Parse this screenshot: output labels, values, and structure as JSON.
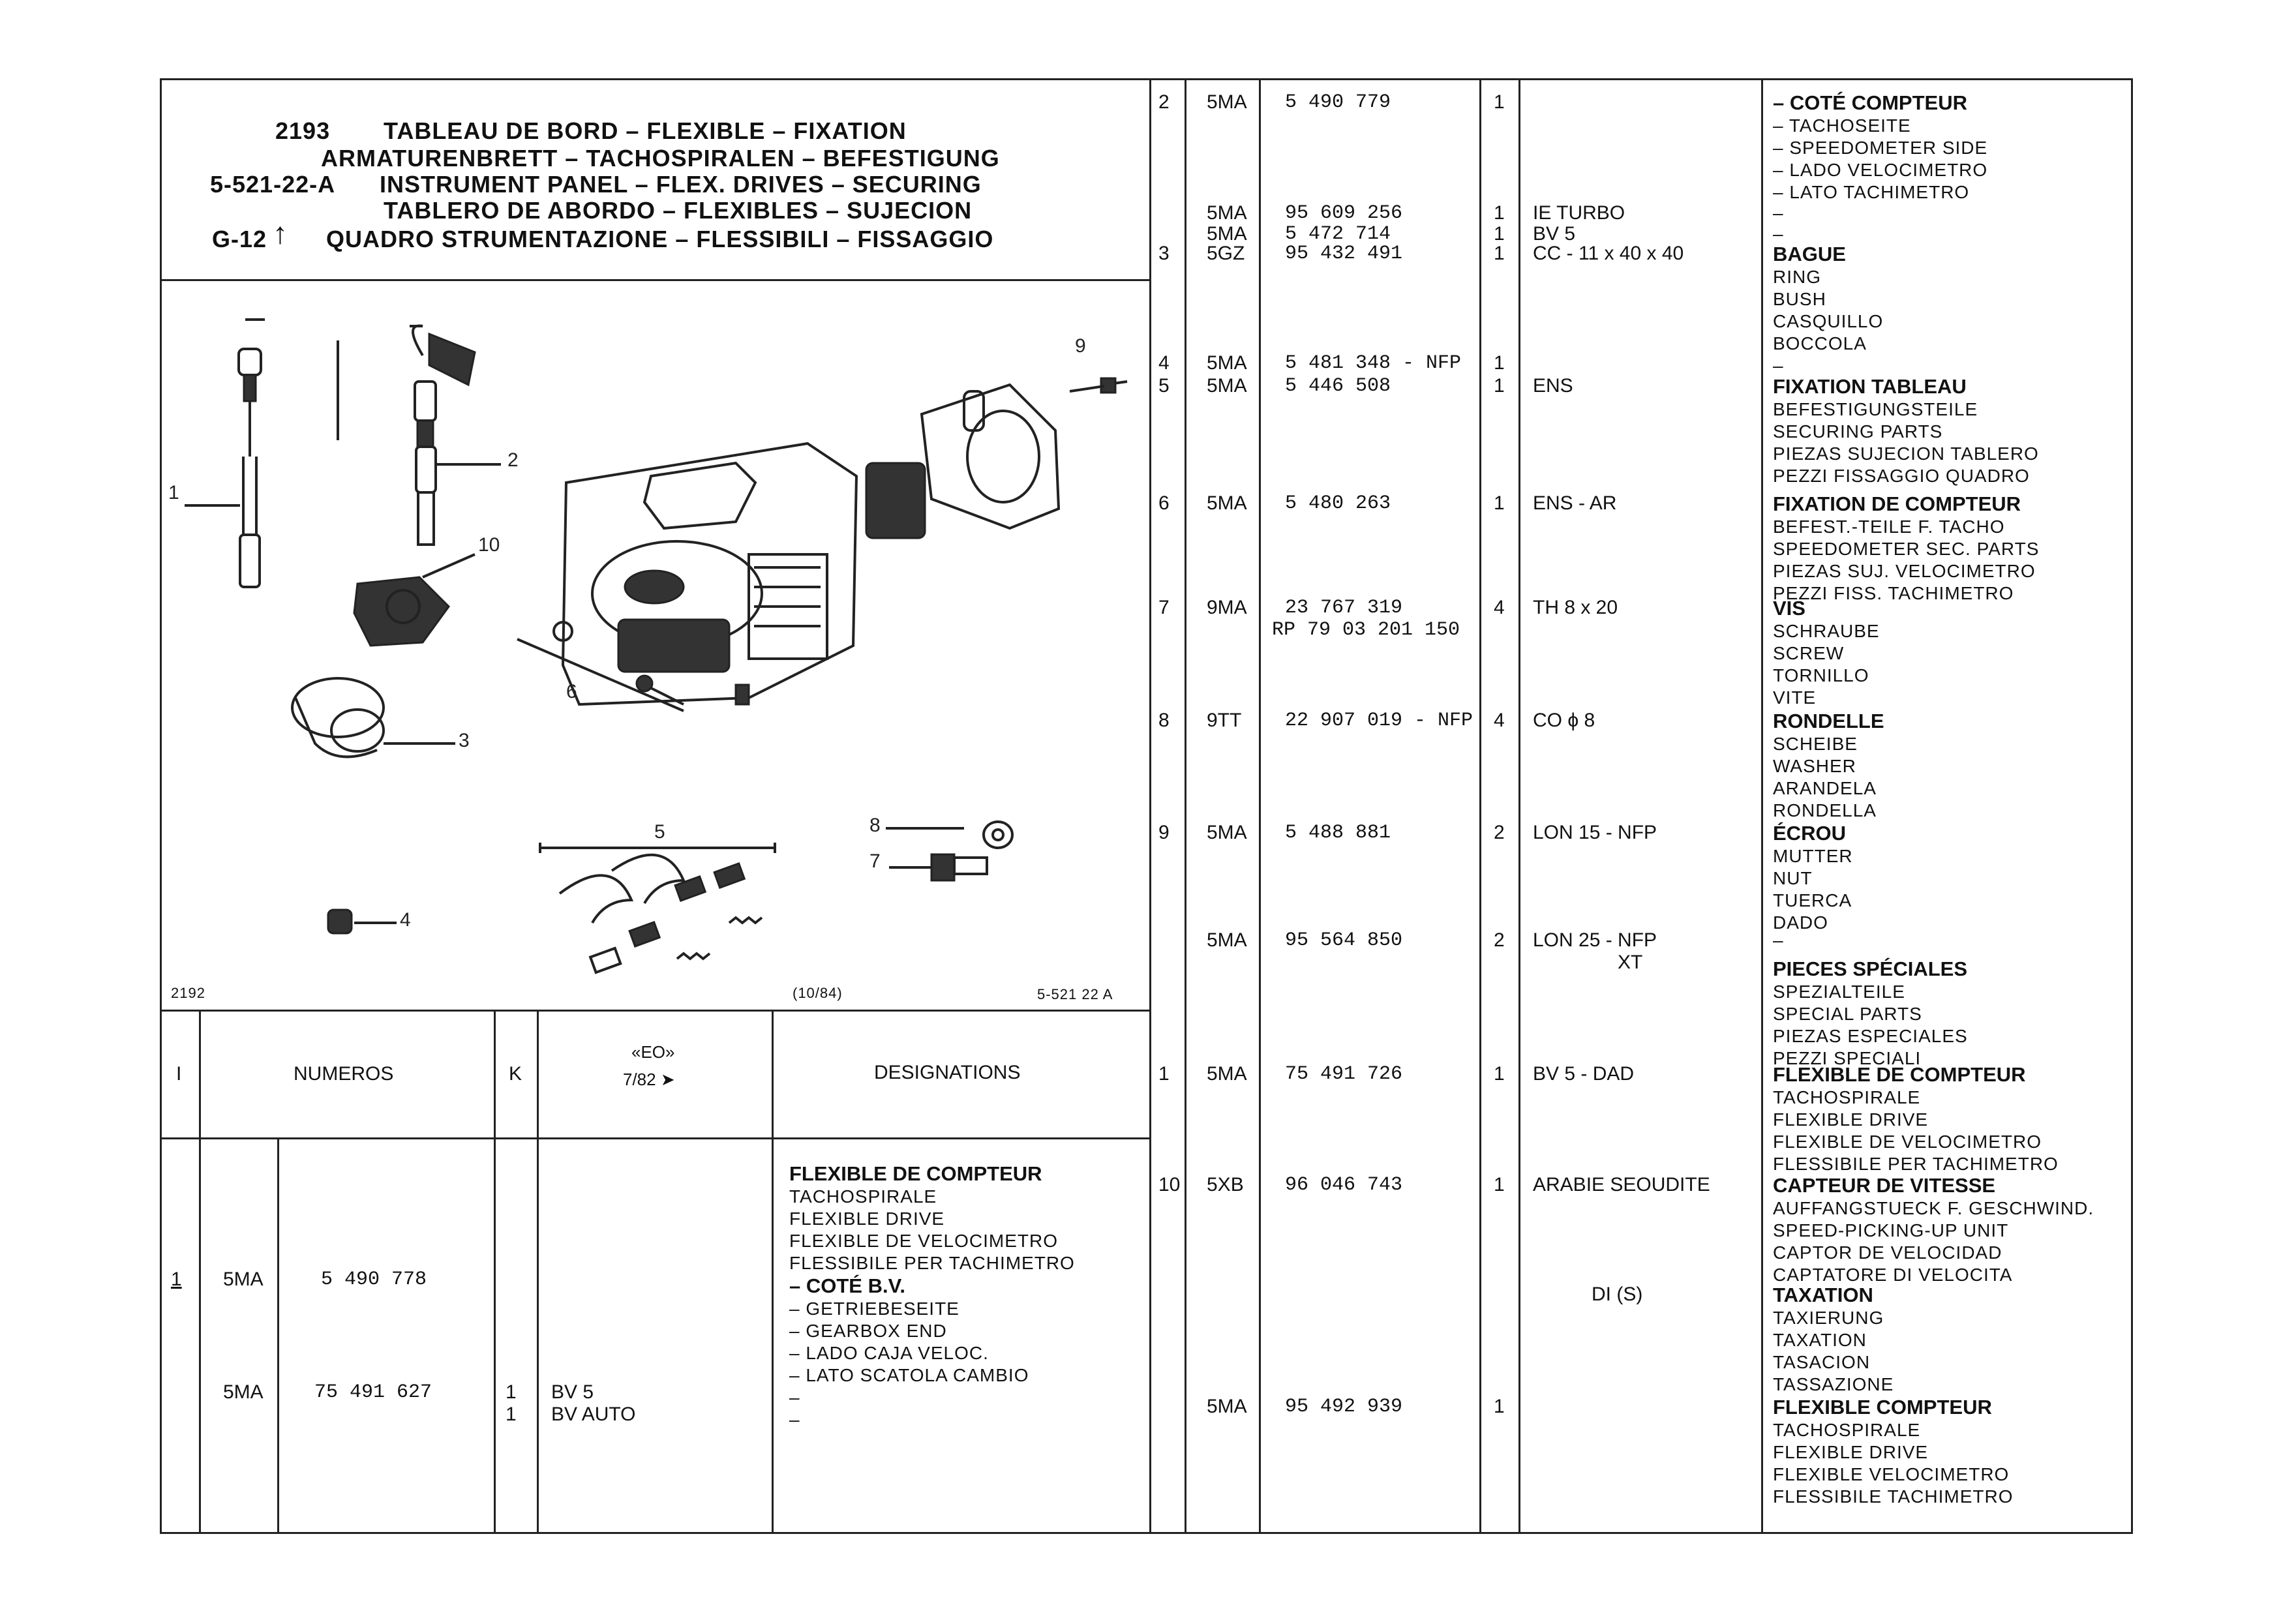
{
  "header": {
    "code": "2193",
    "ref": "5-521-22-A",
    "group": "G-12",
    "titles": [
      "TABLEAU DE BORD – FLEXIBLE – FIXATION",
      "ARMATURENBRETT – TACHOSPIRALEN – BEFESTIGUNG",
      "INSTRUMENT PANEL – FLEX. DRIVES – SECURING",
      "TABLERO DE ABORDO – FLEXIBLES – SUJECION",
      "QUADRO STRUMENTAZIONE – FLESSIBILI – FISSAGGIO"
    ]
  },
  "diagram": {
    "footer_left": "2192",
    "footer_mid": "(10/84)",
    "footer_right": "5-521 22 A",
    "callouts": [
      "1",
      "2",
      "3",
      "4",
      "5",
      "6",
      "7",
      "8",
      "9",
      "10"
    ]
  },
  "table_header": {
    "col_i": "I",
    "col_numeros": "NUMEROS",
    "col_k": "K",
    "col_eo_top": "«EO»",
    "col_eo_bottom": "7/82 ➤",
    "col_designations": "DESIGNATIONS"
  },
  "left_rows": [
    {
      "i": "1",
      "type": "5MA",
      "num": "5 490 778",
      "k": "",
      "eo": "",
      "desig": [
        "FLEXIBLE DE COMPTEUR",
        "TACHOSPIRALE",
        "FLEXIBLE DRIVE",
        "FLEXIBLE DE VELOCIMETRO",
        "FLESSIBILE PER TACHIMETRO",
        "– COTÉ B.V.",
        "– GETRIEBESEITE",
        "– GEARBOX END",
        "– LADO CAJA VELOC.",
        "– LATO SCATOLA CAMBIO",
        "–",
        "–"
      ]
    },
    {
      "i": "",
      "type": "5MA",
      "num": "75 491 627",
      "k": "1",
      "k2": "1",
      "eo": "BV 5",
      "eo2": "BV AUTO"
    }
  ],
  "right_rows": [
    {
      "i": "2",
      "type": "5MA",
      "num": "5 490 779",
      "k": "1",
      "eo": "",
      "desig_bold": "– COTÉ COMPTEUR",
      "desig": [
        "– TACHOSEITE",
        "– SPEEDOMETER SIDE",
        "– LADO VELOCIMETRO",
        "– LATO TACHIMETRO"
      ]
    },
    {
      "i": "",
      "type": "5MA",
      "num": "95 609 256",
      "k": "1",
      "eo": "IE TURBO",
      "desig": [
        "–"
      ]
    },
    {
      "i": "",
      "type": "5MA",
      "num": "5 472 714",
      "k": "1",
      "eo": "BV 5",
      "desig": [
        "–"
      ]
    },
    {
      "i": "3",
      "type": "5GZ",
      "num": "95 432 491",
      "k": "1",
      "eo": "CC - 11 x 40 x 40",
      "desig_bold": "BAGUE",
      "desig": [
        "RING",
        "BUSH",
        "CASQUILLO",
        "BOCCOLA",
        "–"
      ]
    },
    {
      "i": "4",
      "type": "5MA",
      "num": "5 481 348 - NFP",
      "k": "1",
      "eo": ""
    },
    {
      "i": "5",
      "type": "5MA",
      "num": "5 446 508",
      "k": "1",
      "eo": "ENS",
      "desig_bold": "FIXATION TABLEAU",
      "desig": [
        "BEFESTIGUNGSTEILE",
        "SECURING PARTS",
        "PIEZAS SUJECION TABLERO",
        "PEZZI FISSAGGIO QUADRO"
      ]
    },
    {
      "i": "6",
      "type": "5MA",
      "num": "5 480 263",
      "k": "1",
      "eo": "ENS - AR",
      "desig_bold": "FIXATION DE COMPTEUR",
      "desig": [
        "BEFEST.-TEILE F. TACHO",
        "SPEEDOMETER SEC. PARTS",
        "PIEZAS SUJ. VELOCIMETRO",
        "PEZZI FISS. TACHIMETRO"
      ]
    },
    {
      "i": "7",
      "type": "9MA",
      "num": "23 767 319",
      "num2": "RP 79 03 201 150",
      "k": "4",
      "eo": "TH 8 x 20",
      "desig_bold": "VIS",
      "desig": [
        "SCHRAUBE",
        "SCREW",
        "TORNILLO",
        "VITE"
      ]
    },
    {
      "i": "8",
      "type": "9TT",
      "num": "22 907 019 - NFP",
      "k": "4",
      "eo": "CO ϕ 8",
      "desig_bold": "RONDELLE",
      "desig": [
        "SCHEIBE",
        "WASHER",
        "ARANDELA",
        "RONDELLA"
      ]
    },
    {
      "i": "9",
      "type": "5MA",
      "num": "5 488 881",
      "k": "2",
      "eo": "LON 15 - NFP",
      "desig_bold": "ÉCROU",
      "desig": [
        "MUTTER",
        "NUT",
        "TUERCA",
        "DADO"
      ]
    },
    {
      "i": "",
      "type": "5MA",
      "num": "95 564 850",
      "k": "2",
      "eo": "LON 25 - NFP",
      "eo2": "XT",
      "desig": [
        "–"
      ]
    },
    {
      "i": "",
      "type": "",
      "num": "",
      "k": "",
      "eo": "",
      "desig_bold": "PIECES SPÉCIALES",
      "desig": [
        "SPEZIALTEILE",
        "SPECIAL PARTS",
        "PIEZAS ESPECIALES",
        "PEZZI SPECIALI"
      ]
    },
    {
      "i": "1",
      "type": "5MA",
      "num": "75 491 726",
      "k": "1",
      "eo": "BV 5 - DAD",
      "desig_bold": "FLEXIBLE DE COMPTEUR",
      "desig": [
        "TACHOSPIRALE",
        "FLEXIBLE DRIVE",
        "FLEXIBLE DE VELOCIMETRO",
        "FLESSIBILE PER TACHIMETRO"
      ]
    },
    {
      "i": "10",
      "type": "5XB",
      "num": "96 046 743",
      "k": "1",
      "eo": "ARABIE SEOUDITE",
      "desig_bold": "CAPTEUR DE VITESSE",
      "desig": [
        "AUFFANGSTUECK F. GESCHWIND.",
        "SPEED-PICKING-UP UNIT",
        "CAPTOR DE VELOCIDAD",
        "CAPTATORE DI VELOCITA"
      ]
    },
    {
      "i": "",
      "type": "",
      "num": "",
      "k": "",
      "eo": "DI (S)",
      "desig_bold": "TAXATION",
      "desig": [
        "TAXIERUNG",
        "TAXATION",
        "TASACION",
        "TASSAZIONE"
      ]
    },
    {
      "i": "",
      "type": "5MA",
      "num": "95 492 939",
      "k": "1",
      "eo": "",
      "desig_bold": "FLEXIBLE COMPTEUR",
      "desig": [
        "TACHOSPIRALE",
        "FLEXIBLE DRIVE",
        "FLEXIBLE VELOCIMETRO",
        "FLESSIBILE TACHIMETRO"
      ]
    }
  ]
}
